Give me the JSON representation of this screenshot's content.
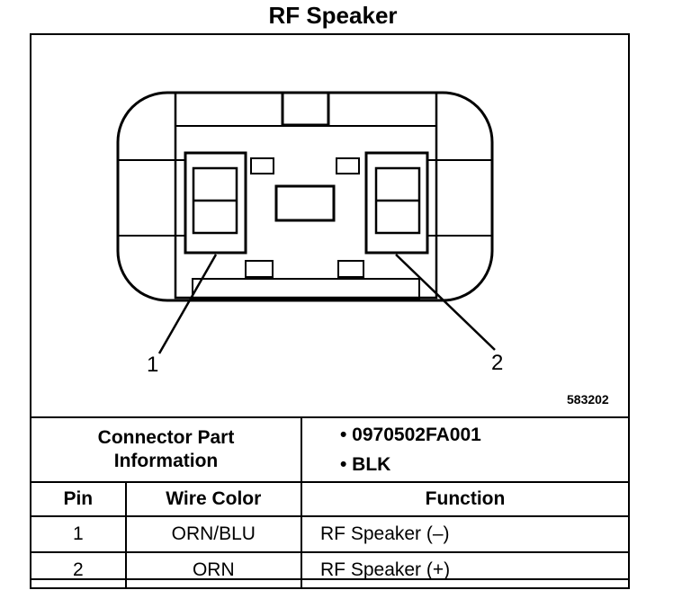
{
  "title": "RF Speaker",
  "figure_code": "583202",
  "callouts": [
    "1",
    "2"
  ],
  "connector_info": {
    "label_line1": "Connector Part",
    "label_line2": "Information",
    "items": [
      "• 0970502FA001",
      "• BLK"
    ]
  },
  "table": {
    "headers": [
      "Pin",
      "Wire Color",
      "Function"
    ],
    "rows": [
      {
        "pin": "1",
        "wire_color": "ORN/BLU",
        "function": "RF Speaker (–)"
      },
      {
        "pin": "2",
        "wire_color": "ORN",
        "function": "RF Speaker (+)"
      }
    ]
  }
}
